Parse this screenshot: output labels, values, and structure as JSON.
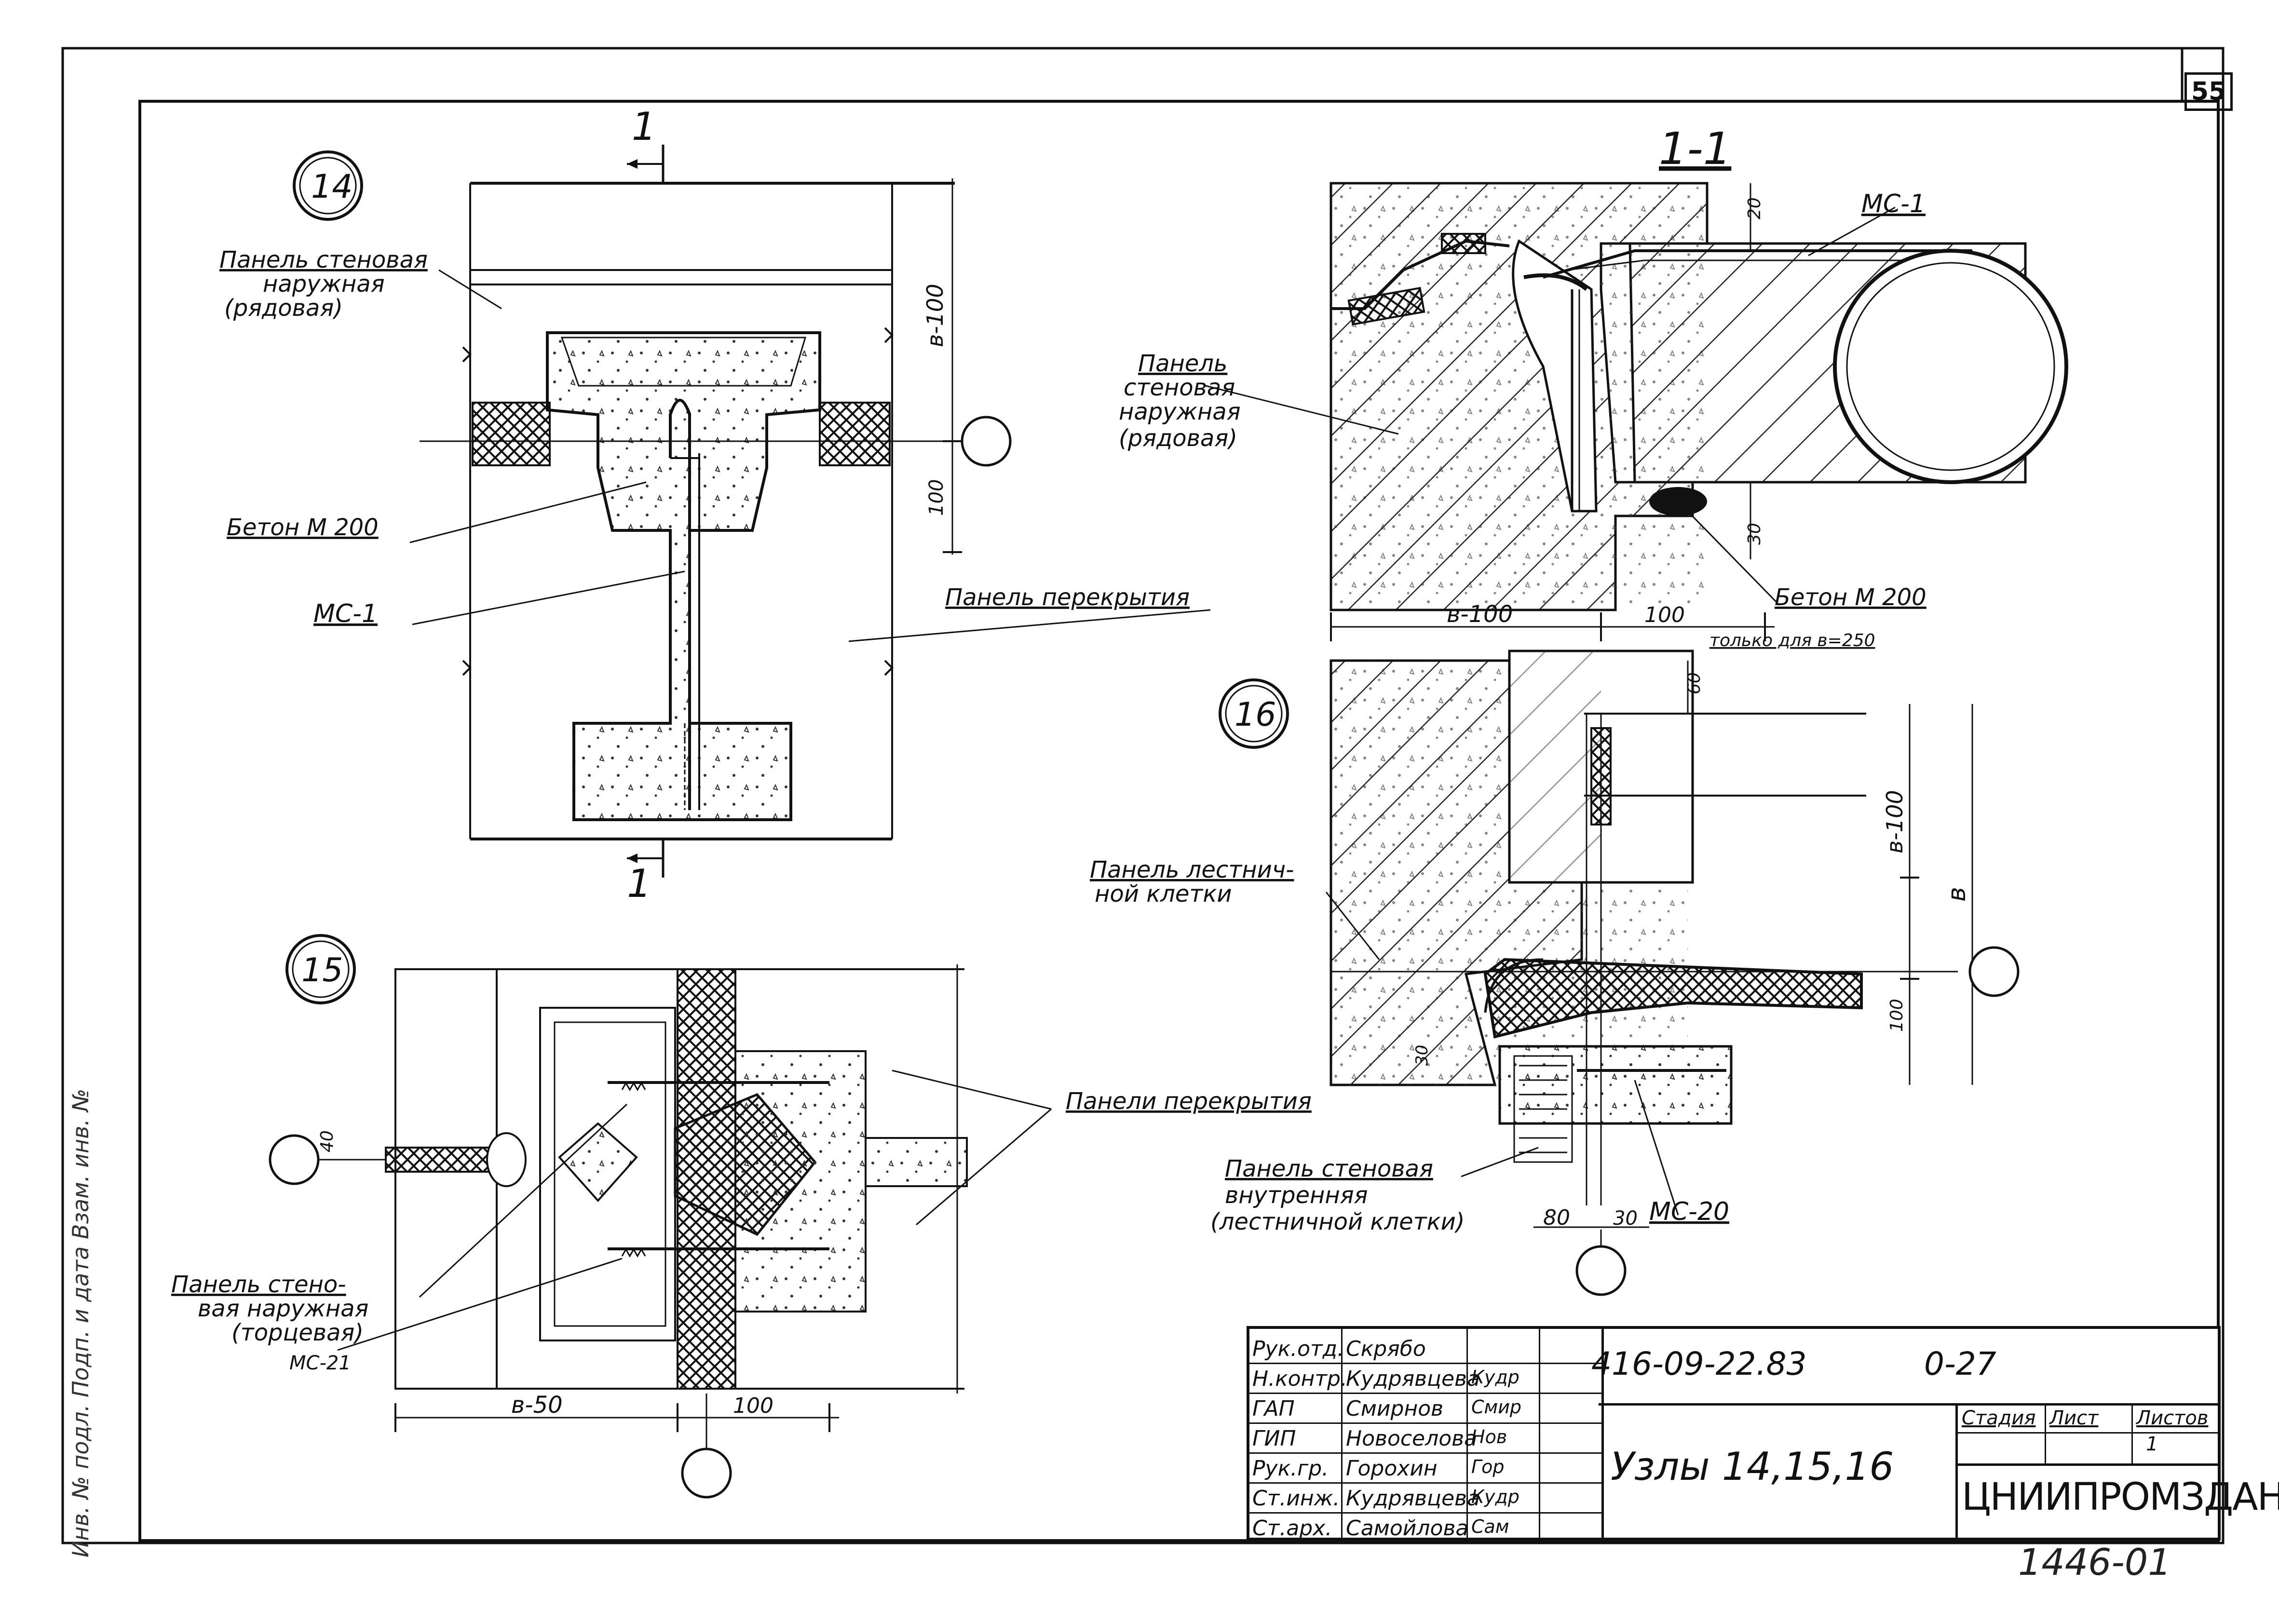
{
  "page_number": "55",
  "archive_number": "1446-01",
  "side_stamp": "Инв. № подл.   Подп. и дата   Взам. инв. №",
  "node14": {
    "number": "14",
    "section_mark": "1",
    "labels": {
      "wall_panel": [
        "Панель стеновая",
        "наружная",
        "(рядовая)"
      ],
      "concrete": "Бетон М 200",
      "ms": "МС-1",
      "floor_panel": "Панель перекрытия"
    },
    "dims": {
      "height": "в-100",
      "slab": "100"
    }
  },
  "section11": {
    "title": "1-1",
    "labels": {
      "wall_panel": [
        "Панель",
        "стеновая",
        "наружная",
        "(рядовая)"
      ],
      "ms": "МС-1",
      "concrete": "Бетон М 200",
      "note": "только для в=250"
    },
    "dims": {
      "width": "в-100",
      "right": "100",
      "top": "20",
      "bottom": "30"
    }
  },
  "node15": {
    "number": "15",
    "labels": {
      "wall_panel": [
        "Панель стено-",
        "вая наружная",
        "(торцевая)"
      ],
      "floor_panels": "Панели перекрытия",
      "ms": "МС-21"
    },
    "dims": {
      "width": "в-50",
      "right": "100",
      "left": "40"
    }
  },
  "node16": {
    "number": "16",
    "labels": {
      "stair_panel": [
        "Панель лестнич-",
        "ной клетки"
      ],
      "inner_panel": [
        "Панель стеновая",
        "внутренняя",
        "(лестничной клетки)"
      ],
      "ms": "МС-20"
    },
    "dims": {
      "height": "в-100",
      "total": "в",
      "slab": "100",
      "top": "60",
      "left": "30",
      "w80": "80",
      "w30": "30"
    }
  },
  "title_block": {
    "code": "416-09-22.83",
    "sheet_code": "0-27",
    "title": "Узлы 14,15,16",
    "organization": "ЦНИИПРОМЗДАНИЙ",
    "stage_header": "Стадия",
    "sheet_header": "Лист",
    "sheets_header": "Листов",
    "sheet_value": "1",
    "rows": [
      {
        "role": "Рук.отд.",
        "name": "Скрябо",
        "sign": ""
      },
      {
        "role": "Н.контр.",
        "name": "Кудрявцева",
        "sign": "Кудр"
      },
      {
        "role": "ГАП",
        "name": "Смирнов",
        "sign": "Смир"
      },
      {
        "role": "ГИП",
        "name": "Новоселова",
        "sign": "Нов"
      },
      {
        "role": "Рук.гр.",
        "name": "Горохин",
        "sign": "Гор"
      },
      {
        "role": "Ст.инж.",
        "name": "Кудрявцева",
        "sign": "Кудр"
      },
      {
        "role": "Ст.арх.",
        "name": "Самойлова",
        "sign": "Сам"
      }
    ]
  }
}
